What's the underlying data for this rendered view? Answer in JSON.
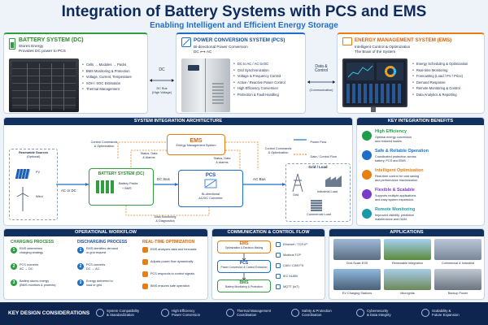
{
  "header": {
    "title": "Integration of Battery Systems with PCS and EMS",
    "subtitle": "Enabling Intelligent and Efficient Energy Storage"
  },
  "battery": {
    "title": "BATTERY SYSTEM (DC)",
    "line1": "Stores Energy",
    "line2": "Provides DC power to PCS",
    "bullets": [
      "Cells → Modules → Packs",
      "BMS Monitoring & Protection",
      "Voltage, Current, Temperature",
      "SOH / SOC Estimation",
      "Thermal Management"
    ]
  },
  "dcbus": {
    "label": "DC",
    "sub1": "DC Bus",
    "sub2": "(High Voltage)"
  },
  "pcs": {
    "title": "POWER CONVERSION SYSTEM (PCS)",
    "line1": "Bi-directional Power Conversion",
    "line2": "DC ⟷ AC",
    "bullets": [
      "DC to AC / AC to DC",
      "Grid Synchronization",
      "Voltage & Frequency Control",
      "Active / Reactive Power Control",
      "High Efficiency Conversion",
      "Protection & Fault Handling"
    ]
  },
  "dc_link": {
    "label1": "Data &",
    "label2": "Control",
    "sub": "(Communication)"
  },
  "ems": {
    "title": "ENERGY MANAGEMENT SYSTEM (EMS)",
    "line1": "Intelligent Control & Optimization",
    "line2": "The Brain of the System",
    "bullets": [
      "Energy Scheduling & Optimization",
      "Real-time Monitoring",
      "Forecasting (Load / PV / Price)",
      "Demand Response",
      "Remote Monitoring & Control",
      "Data Analytics & Reporting"
    ]
  },
  "arch": {
    "header": "SYSTEM INTEGRATION ARCHITECTURE",
    "legend_power": "Power Flow",
    "legend_data": "Data / Control Flow",
    "ems_name": "EMS",
    "ems_sub": "Energy Management System",
    "cmd_left1": "Control Commands",
    "cmd_left2": "& Optimization",
    "status_left1": "Status, Data",
    "status_left2": "& Alarms",
    "status_right1": "Status, Data",
    "status_right2": "& Alarms",
    "cmd_right1": "Control Commands",
    "cmd_right2": "& Optimization",
    "renew1": "Renewable Sources",
    "renew2": "(Optional)",
    "pv": "PV",
    "wind": "Wind",
    "acdc": "AC or DC",
    "battery_name": "BATTERY SYSTEM (DC)",
    "battery_sub1": "Battery Packs",
    "battery_sub2": "+ BMS",
    "dcbus": "DC Bus",
    "pcs_name": "PCS",
    "pcs_sub1": "Bi-directional",
    "pcs_sub2": "AC/DC Converter",
    "acbus": "AC Bus",
    "grid_title": "Grid / Load",
    "grid": "Grid",
    "industrial": "Industrial Load",
    "commercial": "Commercial Load",
    "monitor1": "Data Monitoring",
    "monitor2": "& Diagnostics"
  },
  "benefits": {
    "header": "KEY INTEGRATION BENEFITS",
    "items": [
      {
        "title": "High Efficiency",
        "d1": "Optimal energy conversion",
        "d2": "and reduced losses.",
        "color": "#1e9e4a"
      },
      {
        "title": "Safe & Reliable Operation",
        "d1": "Coordinated protection across",
        "d2": "battery, PCS and EMS.",
        "color": "#1f6fc8"
      },
      {
        "title": "Intelligent Optimization",
        "d1": "Real-time control for cost saving",
        "d2": "and performance maximization.",
        "color": "#e87d10"
      },
      {
        "title": "Flexible & Scalable",
        "d1": "Supports multiple applications",
        "d2": "and easy system expansion.",
        "color": "#7a3cc8"
      },
      {
        "title": "Remote Monitoring",
        "d1": "Improved visibility, predictive",
        "d2": "maintenance and O&M.",
        "color": "#1a9aa8"
      }
    ]
  },
  "workflow": {
    "header": "OPERATIONAL WORKFLOW",
    "charging": {
      "title": "CHARGING PROCESS",
      "steps": [
        [
          "EMS determines",
          "charging strategy"
        ],
        [
          "PCS converts",
          "AC → DC"
        ],
        [
          "Battery stores energy",
          "(BMS monitors & protects)"
        ]
      ]
    },
    "discharging": {
      "title": "DISCHARGING PROCESS",
      "steps": [
        [
          "EMS identifies demand",
          "or grid request"
        ],
        [
          "PCS converts",
          "DC → AC"
        ],
        [
          "Energy delivered to",
          "load or grid"
        ]
      ]
    },
    "realtime": {
      "title": "REAL-TIME OPTIMIZATION",
      "items": [
        "EMS analyzes data and forecasts",
        "Adjusts power flow dynamically",
        "PCS responds to control signals",
        "BMS ensures safe operation"
      ]
    }
  },
  "comm": {
    "header": "COMMUNICATION & CONTROL FLOW",
    "ems": "EMS",
    "ems_sub": "Optimization & Decision Making",
    "pcs": "PCS",
    "pcs_sub": "Power Conversion & Control Execution",
    "bms": "BMS",
    "bms_sub": "Battery Monitoring & Protection",
    "protocols": [
      "Ethernet / TCP-IP",
      "Modbus TCP",
      "CAN / CAN FD",
      "IEC 61850",
      "MQTT (IoT)"
    ]
  },
  "apps": {
    "header": "APPLICATIONS",
    "items": [
      "Grid-Scale ESS",
      "Renewable Integration",
      "Commercial & Industrial",
      "EV Charging Stations",
      "Microgrids",
      "Backup Power"
    ]
  },
  "footer": {
    "label": "KEY DESIGN CONSIDERATIONS",
    "items": [
      [
        "System Compatibility",
        "& Standardization"
      ],
      [
        "High Efficiency",
        "Power Conversion"
      ],
      [
        "Thermal Management",
        "Coordination"
      ],
      [
        "Safety & Protection",
        "Coordination"
      ],
      [
        "Cybersecurity",
        "& Data Integrity"
      ],
      [
        "Scalability &",
        "Future Expansion"
      ]
    ]
  }
}
